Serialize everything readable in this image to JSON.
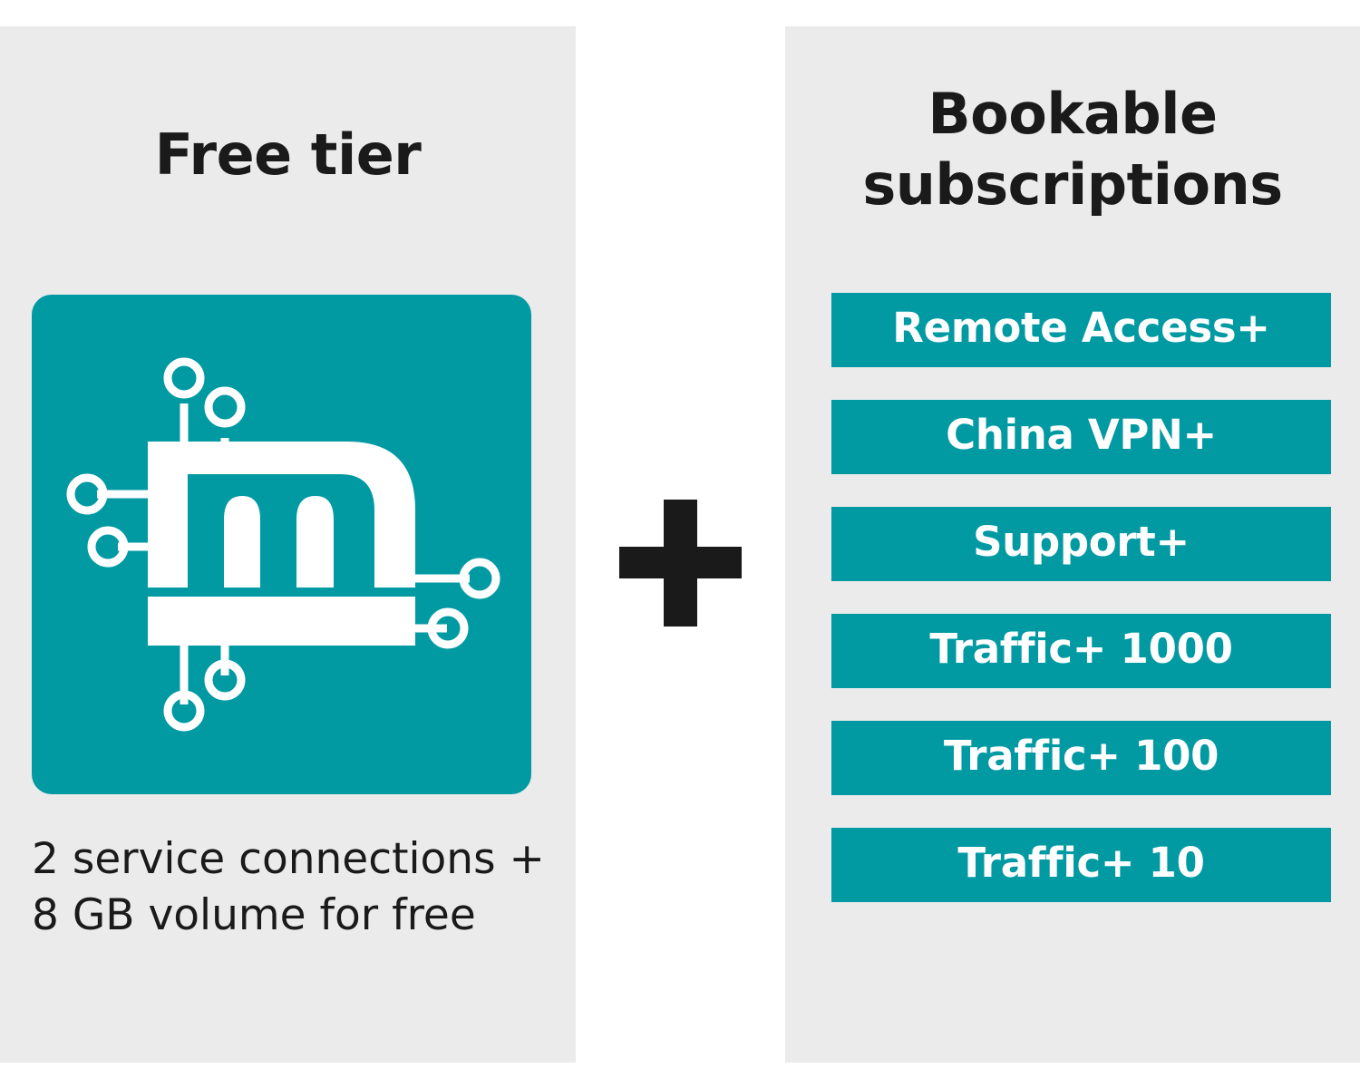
{
  "free_tier": {
    "title": "Free tier",
    "description": "2 service connections +\n8 GB volume for free",
    "logo_icon": "mdex-m-circuit-logo-icon"
  },
  "operator": {
    "icon": "plus-icon"
  },
  "subscriptions": {
    "title": "Bookable\nsubscriptions",
    "items": [
      {
        "label": "Remote Access+"
      },
      {
        "label": "China VPN+"
      },
      {
        "label": "Support+"
      },
      {
        "label": "Traffic+ 1000"
      },
      {
        "label": "Traffic+ 100"
      },
      {
        "label": "Traffic+ 10"
      }
    ]
  },
  "colors": {
    "accent": "#019aa3",
    "panel_background": "#ebebeb",
    "text": "#1a1a1a"
  }
}
